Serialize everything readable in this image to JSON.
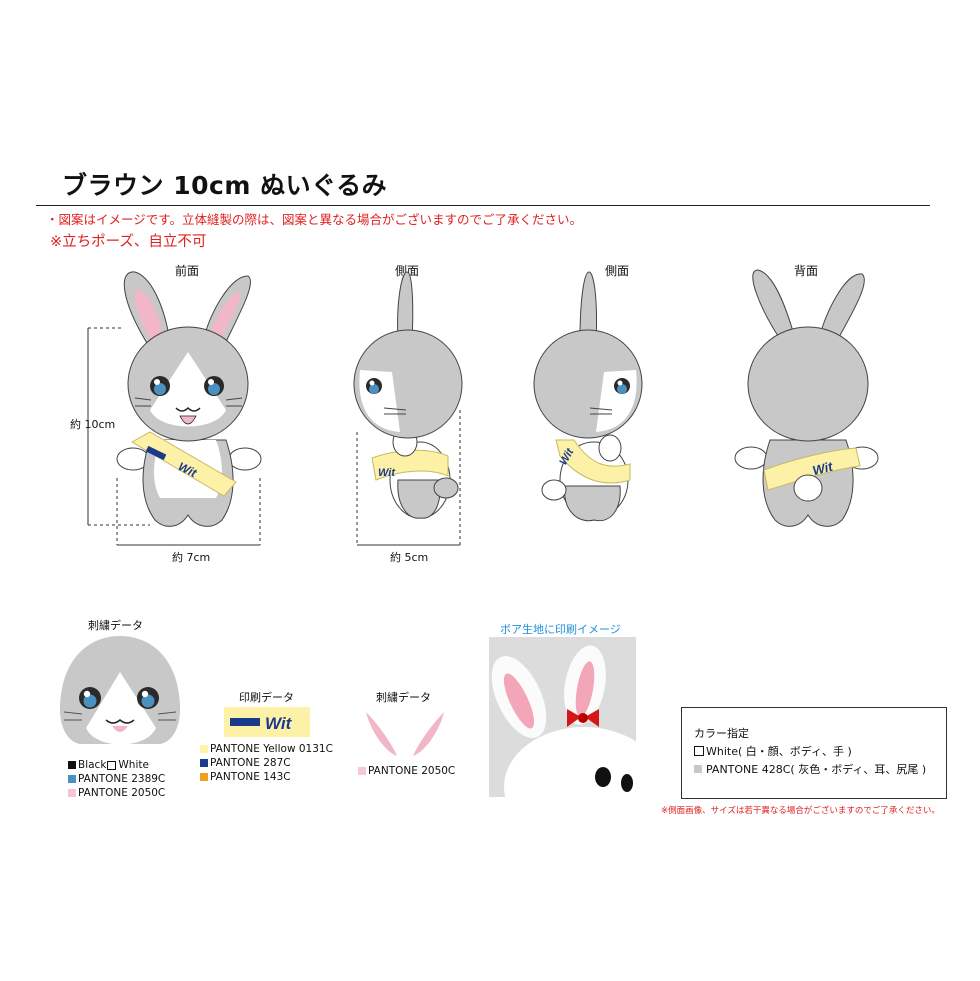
{
  "title": "ブラウン 10cm ぬいぐるみ",
  "notes": {
    "line1": "・図案はイメージです。立体縫製の際は、図案と異なる場合がございますのでご了承ください。",
    "line2": "※立ちポーズ、自立不可"
  },
  "views": {
    "front": "前面",
    "side_left": "側面",
    "side_right": "側面",
    "back": "背面"
  },
  "dimensions": {
    "height": "約 10cm",
    "width_front": "約 7cm",
    "width_side": "約 5cm"
  },
  "embroidery_face": {
    "label": "刺繍データ",
    "legend": [
      {
        "name": "Black",
        "color": "#111111"
      },
      {
        "name": "White",
        "color": "#ffffff"
      },
      {
        "name": "PANTONE 2389C",
        "color": "#4a90c0"
      },
      {
        "name": "PANTONE 2050C",
        "color": "#f6c6d4"
      }
    ]
  },
  "print_sash": {
    "label": "印刷データ",
    "logo_text": "Wit",
    "legend": [
      {
        "name": "PANTONE Yellow 0131C",
        "color": "#fff3a8"
      },
      {
        "name": "PANTONE 287C",
        "color": "#1a3a8c"
      },
      {
        "name": "PANTONE 143C",
        "color": "#f0a020"
      }
    ]
  },
  "embroidery_ears": {
    "label": "刺繍データ",
    "legend": [
      {
        "name": "PANTONE 2050C",
        "color": "#f6c6d4"
      }
    ]
  },
  "photo": {
    "label": "ボア生地に印刷イメージ"
  },
  "color_spec": {
    "title": "カラー指定",
    "white_line": "White( 白・顔、ボディ、手 )",
    "gray_line": "PANTONE 428C( 灰色・ボディ、耳、尻尾 )",
    "white": "#ffffff",
    "gray": "#c8c8c8"
  },
  "footnote": "※側面画像、サイズは若干異なる場合がございますのでご了承ください。",
  "palette": {
    "gray": "#c8c8c8",
    "pink": "#f2b7c7",
    "sash": "#fdf1a8",
    "navy": "#1a3a8c",
    "red": "#e02020"
  }
}
